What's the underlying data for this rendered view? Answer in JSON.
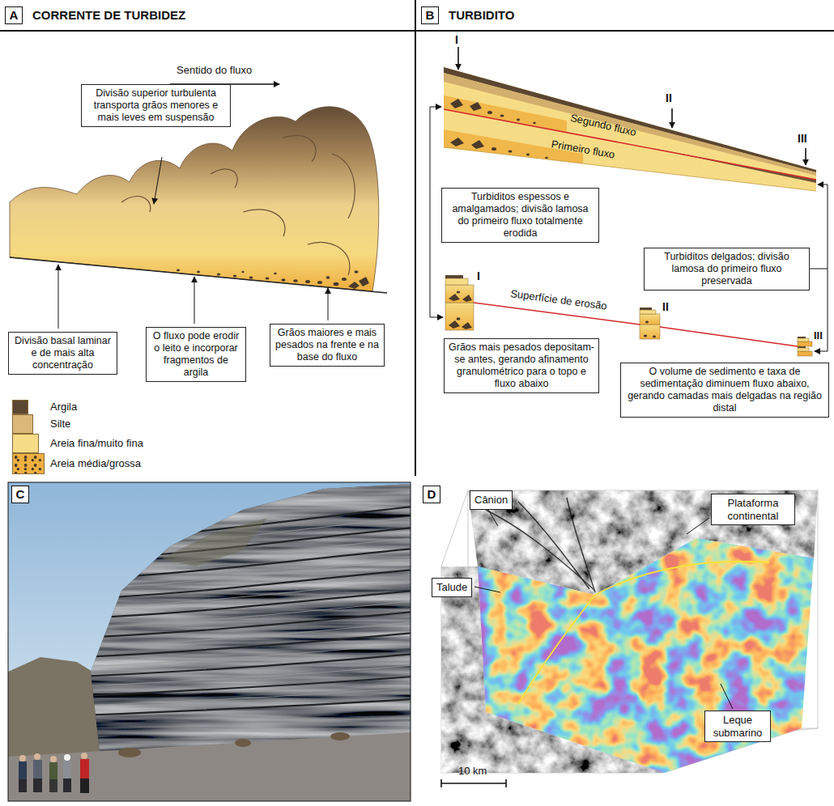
{
  "diagram": {
    "nodes": [
      {
        "text": [
          "A"
        ]
      },
      {
        "text": [
          "Divisão superior turbulenta transporta grãos menores e mais leves em suspensão"
        ]
      },
      {
        "text": [
          "Divisão basal laminar e de mais alta concentração"
        ]
      },
      {
        "text": [
          "O fluxo pode erodir o leito e incorporar fragmentos de argila"
        ]
      },
      {
        "text": [
          "Grãos maiores e mais pesados na frente e na base do fluxo"
        ]
      },
      {
        "text": [
          "B"
        ]
      },
      {
        "text": [
          "Turbiditos espessos e amalgamados; divisão lamosa do primeiro fluxo totalmente erodida"
        ]
      },
      {
        "text": [
          "Turbiditos delgados; divisão lamosa do primeiro fluxo preservada"
        ]
      },
      {
        "text": [
          "Grãos mais pesados depositam-se antes, gerando afinamento granulométrico para o topo e fluxo abaixo"
        ]
      },
      {
        "text": [
          "O volume de sedimento e taxa de sedimentação diminuem fluxo abaixo, gerando camadas mais delgadas na região distal"
        ]
      },
      {
        "text": [
          "C"
        ]
      },
      {
        "text": [
          "D"
        ]
      },
      {
        "text": [
          "Cânion"
        ]
      },
      {
        "text": [
          "Plataforma continental"
        ]
      },
      {
        "text": [
          "Talude"
        ]
      },
      {
        "text": [
          "Leque submarino"
        ]
      }
    ],
    "labels": [
      "CORRENTE DE TURBIDEZ",
      "Sentido do fluxo",
      "TURBIDITO",
      "I",
      "II",
      "III",
      "Segundo fluxo",
      "Primeiro fluxo",
      "I",
      "II",
      "III",
      "Superfície de erosão",
      "10 km"
    ],
    "legend": [
      {
        "text": "Argila",
        "color": "#5b4631"
      },
      {
        "text": "Silte",
        "color": "#d9b878"
      },
      {
        "text": "Areia fina/muito fina",
        "color": "#f6dc86"
      },
      {
        "text": "Areia média/grossa",
        "color": "#efb040"
      }
    ]
  }
}
